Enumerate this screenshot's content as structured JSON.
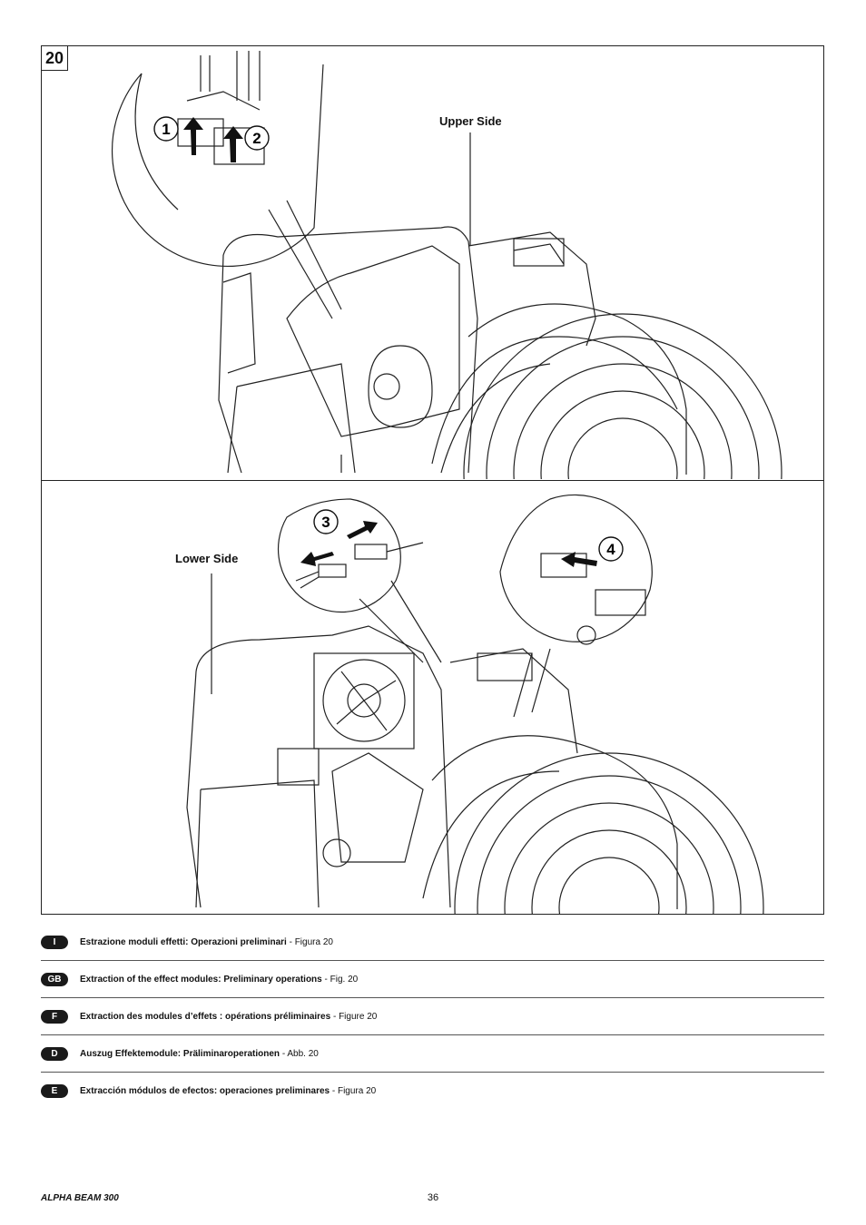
{
  "figure": {
    "number": "20",
    "upper_label": "Upper Side",
    "lower_label": "Lower Side",
    "steps": [
      "1",
      "2",
      "3",
      "4"
    ]
  },
  "captions": [
    {
      "lang": "I",
      "title": "Estrazione moduli effetti: Operazioni preliminari",
      "ref": " - Figura 20"
    },
    {
      "lang": "GB",
      "title": "Extraction of the effect modules: Preliminary operations",
      "ref": " - Fig. 20"
    },
    {
      "lang": "F",
      "title": "Extraction des modules d’effets : opérations préliminaires",
      "ref": " - Figure 20"
    },
    {
      "lang": "D",
      "title": "Auszug Effektemodule: Präliminaroperationen",
      "ref": " - Abb. 20"
    },
    {
      "lang": "E",
      "title": "Extracción módulos de efectos: operaciones preliminares",
      "ref": " - Figura 20"
    }
  ],
  "footer": {
    "product": "ALPHA BEAM 300",
    "page": "36"
  }
}
